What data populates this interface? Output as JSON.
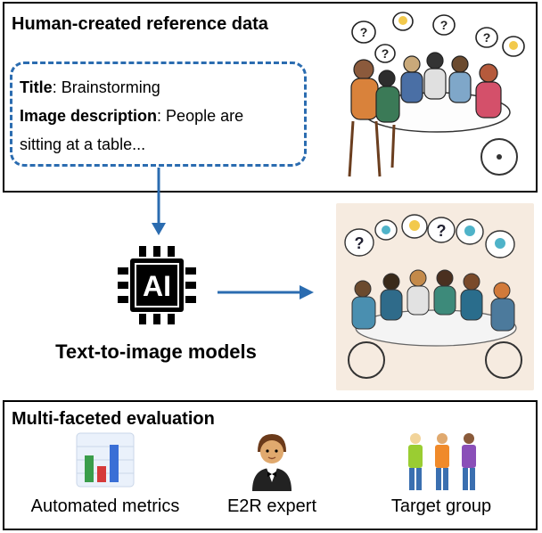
{
  "reference": {
    "heading": "Human-created reference data",
    "title_key": "Title",
    "title_value": ": Brainstorming",
    "description_key": "Image description",
    "description_value_line1": ": People are",
    "description_value_line2": "sitting at a table..."
  },
  "generation": {
    "chip_label": "AI",
    "models_label": "Text-to-image models"
  },
  "evaluation": {
    "heading": "Multi-faceted evaluation",
    "items": [
      {
        "label": "Automated metrics",
        "icon": "bar-chart-icon"
      },
      {
        "label": "E2R expert",
        "icon": "expert-person-icon"
      },
      {
        "label": "Target group",
        "icon": "people-group-icon"
      }
    ]
  },
  "colors": {
    "accent_blue": "#2b6cb0",
    "generated_bg": "#f6ebe0"
  }
}
